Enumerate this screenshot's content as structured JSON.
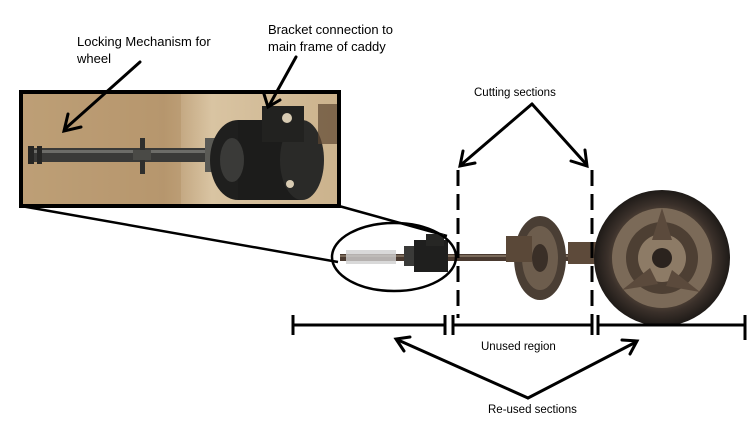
{
  "labels": {
    "locking_line1": "Locking Mechanism for",
    "locking_line2": "wheel",
    "bracket_line1": "Bracket connection to",
    "bracket_line2": "main frame of caddy",
    "cutting": "Cutting sections",
    "unused": "Unused region",
    "reused": "Re-used sections"
  },
  "colors": {
    "ink": "#000000",
    "photo_bg": "#c9b08a",
    "wood": "#8a6a45",
    "metal": "#3b3b3b",
    "tyre": "#2a2622",
    "rust": "#6b4a32"
  }
}
